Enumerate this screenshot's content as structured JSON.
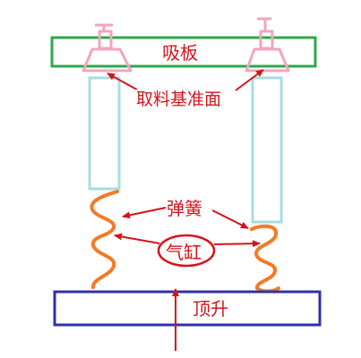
{
  "labels": {
    "suction_plate": "吸板",
    "pick_datum": "取料基准面",
    "spring": "弹簧",
    "cylinder": "气缸",
    "lift": "顶升"
  },
  "colors": {
    "plate_border": "#2fa84a",
    "suction_cup": "#f0a6be",
    "column": "#a7dde2",
    "spring": "#f47a24",
    "base_border": "#3030a8",
    "annotation": "#d4141c"
  }
}
